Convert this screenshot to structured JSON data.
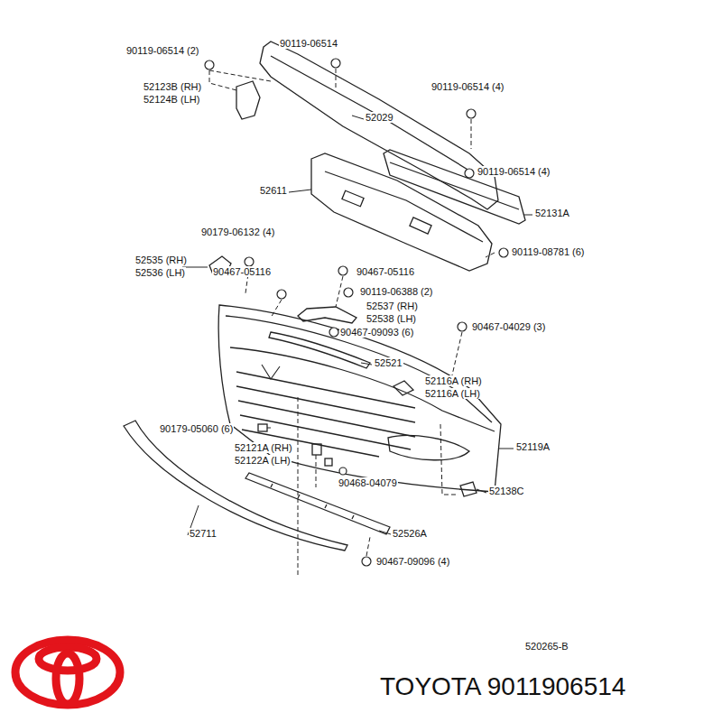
{
  "diagram": {
    "labels": [
      "90119-06514 (2)",
      "90119-06514",
      "52123B (RH)",
      "52124B (LH)",
      "90119-06514 (4)",
      "52029",
      "90119-06514 (4)",
      "52611",
      "52131A",
      "90179-06132 (4)",
      "52535 (RH)",
      "52536 (LH)",
      "90467-05116",
      "90467-05116",
      "90119-08781 (6)",
      "90119-06388 (2)",
      "52537 (RH)",
      "52538 (LH)",
      "90467-04029 (3)",
      "90467-09093 (6)",
      "52521",
      "52116A (RH)",
      "52116A (LH)",
      "90179-05060 (6)",
      "52121A (RH)",
      "52122A (LH)",
      "52119A",
      "90468-04079",
      "52138C",
      "52711",
      "52526A",
      "90467-09096 (4)",
      "520265-B",
      "TOYOTA 9011906514"
    ]
  }
}
